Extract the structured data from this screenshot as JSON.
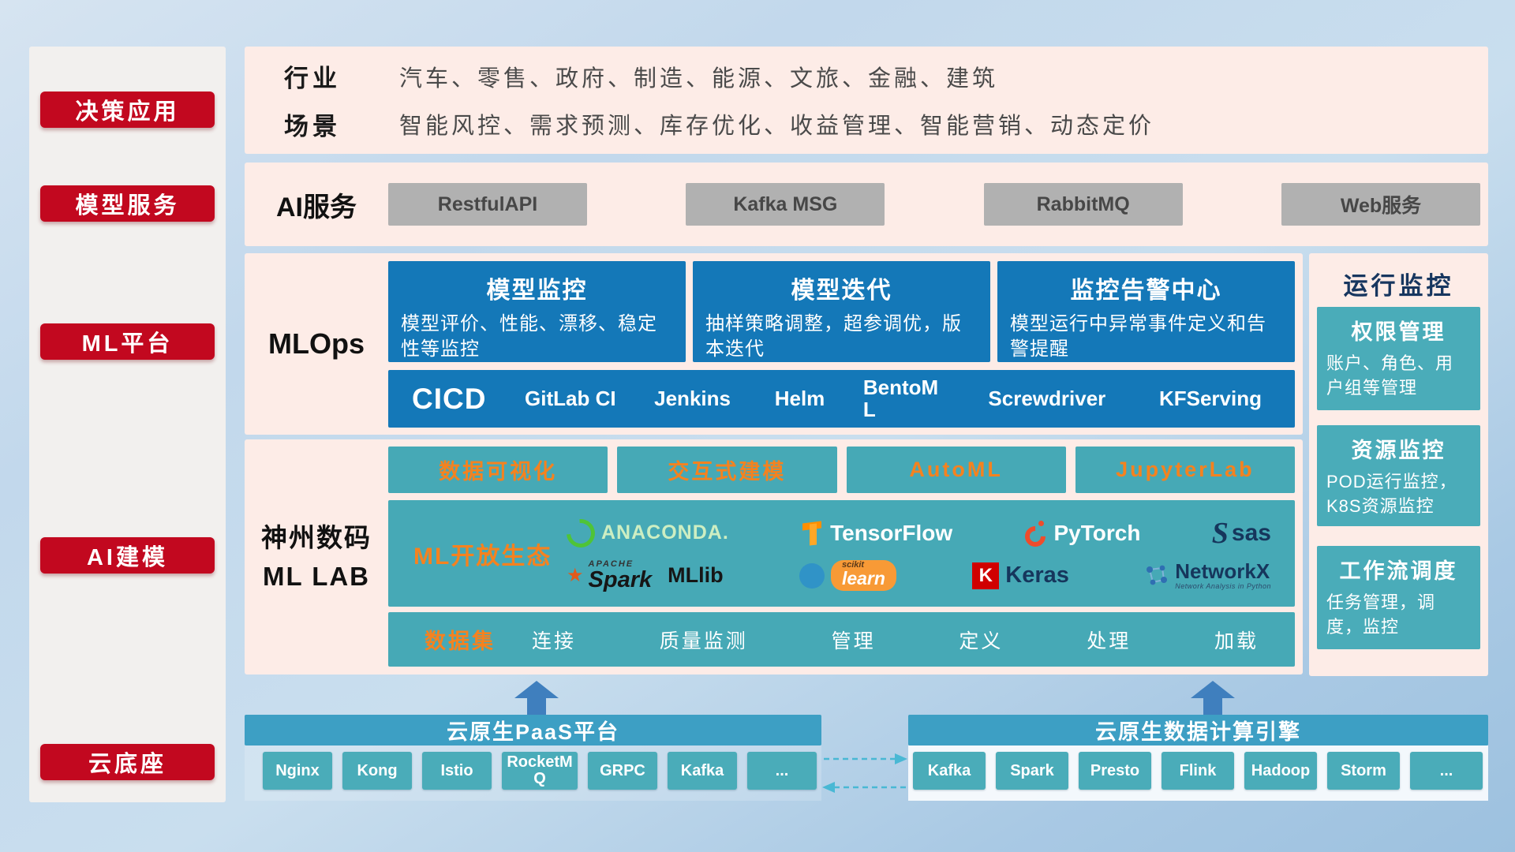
{
  "sidebar": {
    "items": [
      {
        "label": "决策应用"
      },
      {
        "label": "模型服务"
      },
      {
        "label": "ML平台"
      },
      {
        "label": "AI建模"
      },
      {
        "label": "云底座"
      }
    ]
  },
  "industry": {
    "rows": [
      {
        "label": "行业",
        "text": "汽车、零售、政府、制造、能源、文旅、金融、建筑"
      },
      {
        "label": "场景",
        "text": "智能风控、需求预测、库存优化、收益管理、智能营销、动态定价"
      }
    ]
  },
  "ai_service": {
    "label": "AI服务",
    "buttons": [
      {
        "label": "RestfulAPI"
      },
      {
        "label": "Kafka MSG"
      },
      {
        "label": "RabbitMQ"
      },
      {
        "label": "Web服务"
      }
    ]
  },
  "mlops": {
    "label": "MLOps",
    "cards": [
      {
        "title": "模型监控",
        "desc": "模型评价、性能、漂移、稳定性等监控"
      },
      {
        "title": "模型迭代",
        "desc": "抽样策略调整，超参调优，版本迭代"
      },
      {
        "title": "监控告警中心",
        "desc": "模型运行中异常事件定义和告警提醒"
      }
    ],
    "cicd": {
      "title": "CICD",
      "tools": [
        {
          "label": "GitLab CI"
        },
        {
          "label": "Jenkins"
        },
        {
          "label": "Helm"
        },
        {
          "label": "BentoML"
        },
        {
          "label": "Screwdriver"
        },
        {
          "label": "KFServing"
        }
      ]
    }
  },
  "mllab": {
    "label_line1": "神州数码",
    "label_line2": "ML LAB",
    "feature_boxes": [
      {
        "label": "数据可视化"
      },
      {
        "label": "交互式建模"
      },
      {
        "label": "AutoML"
      },
      {
        "label": "JupyterLab"
      }
    ],
    "ecosystem": {
      "title": "ML开放生态",
      "anaconda": "ANACONDA.",
      "tensorflow": "TensorFlow",
      "pytorch": "PyTorch",
      "sas": "sas",
      "spark_small": "APACHE",
      "spark": "Spark",
      "mllib": "MLlib",
      "scikit_small": "scikit",
      "scikit": "learn",
      "keras": "Keras",
      "networkx": "NetworkX",
      "networkx_sub": "Network Analysis in Python"
    },
    "dataset": {
      "title": "数据集",
      "items": [
        {
          "label": "连接"
        },
        {
          "label": "质量监测"
        },
        {
          "label": "管理"
        },
        {
          "label": "定义"
        },
        {
          "label": "处理"
        },
        {
          "label": "加载"
        }
      ]
    }
  },
  "monitor": {
    "title": "运行监控",
    "cards": [
      {
        "title": "权限管理",
        "desc": "账户、角色、用户组等管理"
      },
      {
        "title": "资源监控",
        "desc": "POD运行监控，K8S资源监控"
      },
      {
        "title": "工作流调度",
        "desc": "任务管理，调度，监控"
      }
    ]
  },
  "foundation": {
    "paas": {
      "title": "云原生PaaS平台",
      "items": [
        {
          "label": "Nginx"
        },
        {
          "label": "Kong"
        },
        {
          "label": "Istio"
        },
        {
          "label": "RocketMQ"
        },
        {
          "label": "GRPC"
        },
        {
          "label": "Kafka"
        },
        {
          "label": "..."
        }
      ]
    },
    "engine": {
      "title": "云原生数据计算引擎",
      "items": [
        {
          "label": "Kafka"
        },
        {
          "label": "Spark"
        },
        {
          "label": "Presto"
        },
        {
          "label": "Flink"
        },
        {
          "label": "Hadoop"
        },
        {
          "label": "Storm"
        },
        {
          "label": "..."
        }
      ]
    }
  },
  "colors": {
    "accent_red": "#c2081f",
    "band_pink": "#fdece7",
    "card_blue": "#1478b8",
    "teal": "#46a9b6",
    "orange": "#f5821f",
    "bar_blue": "#3d9fc4"
  }
}
